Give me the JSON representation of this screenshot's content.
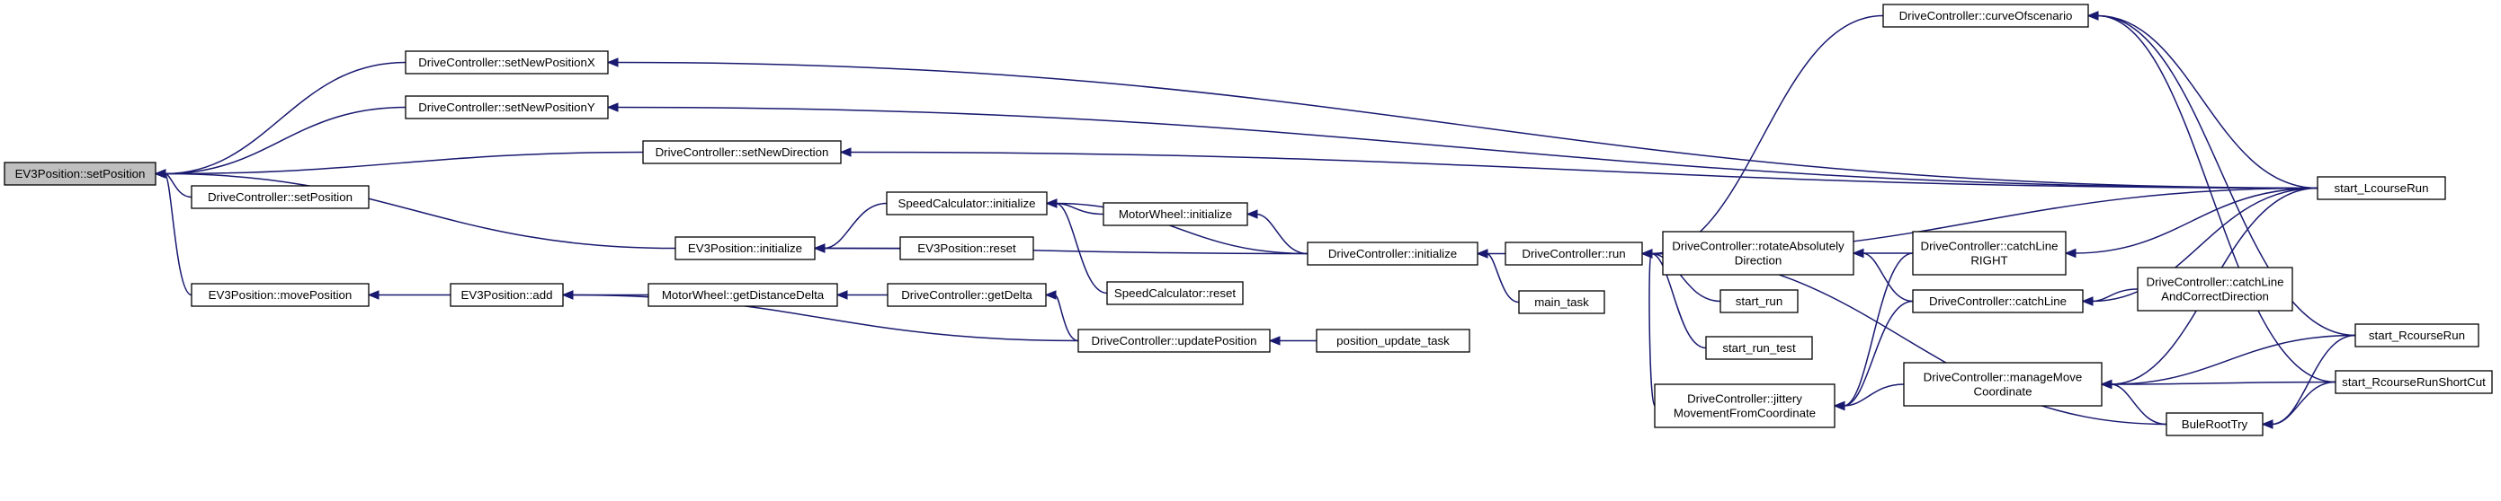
{
  "diagram": {
    "type": "doxygen-caller-graph",
    "colors": {
      "edge": "#191970",
      "node_border": "#000000",
      "root_fill": "#bfbfbf",
      "node_fill": "#ffffff"
    },
    "nodes": [
      {
        "id": "setPosition_ev3",
        "lines": [
          "EV3Position::setPosition"
        ],
        "root": true
      },
      {
        "id": "setNewPositionX",
        "lines": [
          "DriveController::setNewPositionX"
        ]
      },
      {
        "id": "setNewPositionY",
        "lines": [
          "DriveController::setNewPositionY"
        ]
      },
      {
        "id": "setNewDirection",
        "lines": [
          "DriveController::setNewDirection"
        ]
      },
      {
        "id": "dc_setPosition",
        "lines": [
          "DriveController::setPosition"
        ]
      },
      {
        "id": "ev3_initialize",
        "lines": [
          "EV3Position::initialize"
        ]
      },
      {
        "id": "ev3_movePosition",
        "lines": [
          "EV3Position::movePosition"
        ]
      },
      {
        "id": "ev3_add",
        "lines": [
          "EV3Position::add"
        ]
      },
      {
        "id": "sc_initialize",
        "lines": [
          "SpeedCalculator::initialize"
        ]
      },
      {
        "id": "ev3_reset",
        "lines": [
          "EV3Position::reset"
        ]
      },
      {
        "id": "mw_getDistanceDelta",
        "lines": [
          "MotorWheel::getDistanceDelta"
        ]
      },
      {
        "id": "mw_initialize",
        "lines": [
          "MotorWheel::initialize"
        ]
      },
      {
        "id": "sc_reset",
        "lines": [
          "SpeedCalculator::reset"
        ]
      },
      {
        "id": "dc_getDelta",
        "lines": [
          "DriveController::getDelta"
        ]
      },
      {
        "id": "dc_updatePosition",
        "lines": [
          "DriveController::updatePosition"
        ]
      },
      {
        "id": "dc_initialize",
        "lines": [
          "DriveController::initialize"
        ]
      },
      {
        "id": "position_update_task",
        "lines": [
          "position_update_task"
        ]
      },
      {
        "id": "main_task",
        "lines": [
          "main_task"
        ]
      },
      {
        "id": "dc_run",
        "lines": [
          "DriveController::run"
        ]
      },
      {
        "id": "dc_rotateAbsolutely",
        "lines": [
          "DriveController::rotateAbsolutely",
          "Direction"
        ]
      },
      {
        "id": "start_run",
        "lines": [
          "start_run"
        ]
      },
      {
        "id": "start_run_test",
        "lines": [
          "start_run_test"
        ]
      },
      {
        "id": "dc_jittery",
        "lines": [
          "DriveController::jittery",
          "MovementFromCoordinate"
        ]
      },
      {
        "id": "dc_curveOfscenario",
        "lines": [
          "DriveController::curveOfscenario"
        ]
      },
      {
        "id": "dc_catchLineRIGHT",
        "lines": [
          "DriveController::catchLine",
          "RIGHT"
        ]
      },
      {
        "id": "dc_catchLine",
        "lines": [
          "DriveController::catchLine"
        ]
      },
      {
        "id": "dc_manageMove",
        "lines": [
          "DriveController::manageMove",
          "Coordinate"
        ]
      },
      {
        "id": "buleRootTry",
        "lines": [
          "BuleRootTry"
        ]
      },
      {
        "id": "start_LcourseRun",
        "lines": [
          "start_LcourseRun"
        ]
      },
      {
        "id": "dc_catchLineAndCorrect",
        "lines": [
          "DriveController::catchLine",
          "AndCorrectDirection"
        ]
      },
      {
        "id": "start_RcourseRun",
        "lines": [
          "start_RcourseRun"
        ]
      },
      {
        "id": "start_RcourseRunShortCut",
        "lines": [
          "start_RcourseRunShortCut"
        ]
      }
    ],
    "edges": [
      [
        "setNewPositionX",
        "setPosition_ev3"
      ],
      [
        "setNewPositionY",
        "setPosition_ev3"
      ],
      [
        "setNewDirection",
        "setPosition_ev3"
      ],
      [
        "dc_setPosition",
        "setPosition_ev3"
      ],
      [
        "ev3_initialize",
        "setPosition_ev3"
      ],
      [
        "ev3_movePosition",
        "setPosition_ev3"
      ],
      [
        "ev3_add",
        "ev3_movePosition"
      ],
      [
        "sc_initialize",
        "ev3_initialize"
      ],
      [
        "ev3_reset",
        "ev3_initialize"
      ],
      [
        "dc_initialize",
        "ev3_initialize"
      ],
      [
        "mw_getDistanceDelta",
        "ev3_add"
      ],
      [
        "dc_updatePosition",
        "ev3_add"
      ],
      [
        "mw_initialize",
        "sc_initialize"
      ],
      [
        "sc_reset",
        "sc_initialize"
      ],
      [
        "dc_initialize",
        "sc_initialize"
      ],
      [
        "dc_getDelta",
        "mw_getDistanceDelta"
      ],
      [
        "dc_initialize",
        "mw_initialize"
      ],
      [
        "dc_updatePosition",
        "dc_getDelta"
      ],
      [
        "position_update_task",
        "dc_updatePosition"
      ],
      [
        "dc_run",
        "dc_initialize"
      ],
      [
        "main_task",
        "dc_initialize"
      ],
      [
        "dc_curveOfscenario",
        "dc_run"
      ],
      [
        "start_LcourseRun",
        "dc_run"
      ],
      [
        "dc_rotateAbsolutely",
        "dc_run"
      ],
      [
        "start_run",
        "dc_run"
      ],
      [
        "start_run_test",
        "dc_run"
      ],
      [
        "dc_jittery",
        "dc_run"
      ],
      [
        "buleRootTry",
        "dc_run"
      ],
      [
        "dc_catchLineRIGHT",
        "dc_rotateAbsolutely"
      ],
      [
        "dc_catchLine",
        "dc_rotateAbsolutely"
      ],
      [
        "dc_catchLineRIGHT",
        "dc_jittery"
      ],
      [
        "dc_catchLine",
        "dc_jittery"
      ],
      [
        "dc_manageMove",
        "dc_jittery"
      ],
      [
        "start_LcourseRun",
        "dc_catchLineRIGHT"
      ],
      [
        "start_LcourseRun",
        "dc_catchLine"
      ],
      [
        "dc_catchLineAndCorrect",
        "dc_catchLine"
      ],
      [
        "start_LcourseRun",
        "dc_manageMove"
      ],
      [
        "start_RcourseRun",
        "dc_manageMove"
      ],
      [
        "start_RcourseRunShortCut",
        "dc_manageMove"
      ],
      [
        "buleRootTry",
        "dc_manageMove"
      ],
      [
        "start_LcourseRun",
        "setNewPositionX"
      ],
      [
        "start_LcourseRun",
        "setNewPositionY"
      ],
      [
        "start_LcourseRun",
        "setNewDirection"
      ],
      [
        "start_LcourseRun",
        "dc_curveOfscenario"
      ],
      [
        "start_RcourseRun",
        "dc_curveOfscenario"
      ],
      [
        "start_RcourseRunShortCut",
        "dc_curveOfscenario"
      ],
      [
        "start_RcourseRun",
        "buleRootTry"
      ],
      [
        "start_RcourseRunShortCut",
        "buleRootTry"
      ]
    ]
  }
}
